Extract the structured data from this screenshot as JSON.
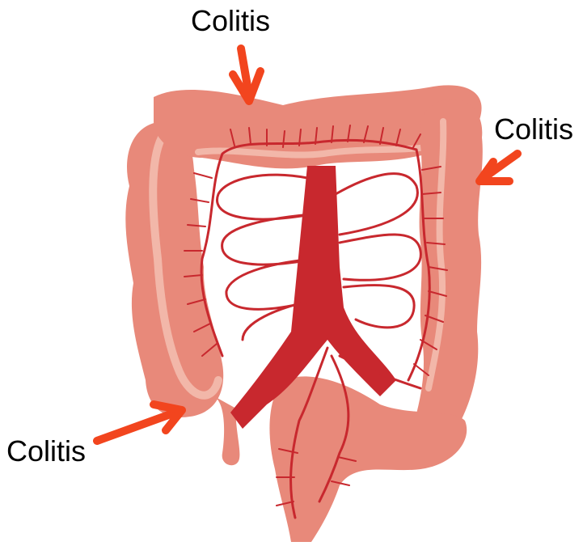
{
  "diagram": {
    "labels": {
      "top": "Colitis",
      "right": "Colitis",
      "left": "Colitis"
    },
    "colors": {
      "colon_fill": "#e8897a",
      "colon_light": "#f2b7a9",
      "colon_dark": "#d9705f",
      "vessel": "#c8282e",
      "vessel_dark": "#a81f25",
      "arrow": "#f2451e",
      "label_text": "#000000"
    }
  }
}
